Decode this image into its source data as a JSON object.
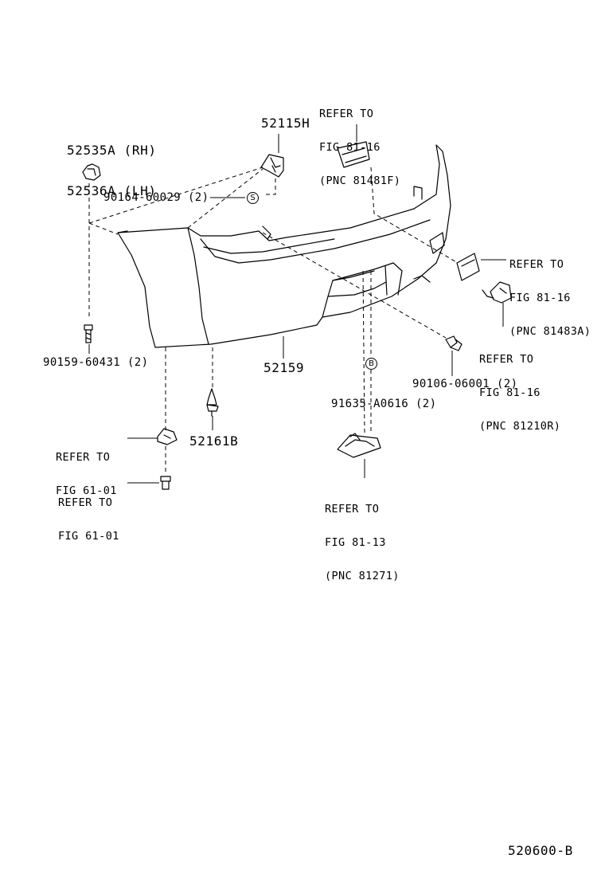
{
  "labels": {
    "p52535a": "52535A (RH)",
    "p52536a": "52536A (LH)",
    "p52115h": "52115H",
    "p90164": "90164-60029 (2)",
    "p90159": "90159-60431 (2)",
    "p52159": "52159",
    "p52161b": "52161B",
    "p90106": "90106-06001 (2)",
    "p91635": "91635-A0616 (2)",
    "diagram_code": "520600-B"
  },
  "callouts": {
    "s": "S",
    "b": "B"
  },
  "refs": {
    "r1": [
      "REFER TO",
      "FIG 81-16",
      "(PNC 81481F)"
    ],
    "r2": [
      "REFER TO",
      "FIG 81-16",
      "(PNC 81483A)"
    ],
    "r3": [
      "REFER TO",
      "FIG 81-16",
      "(PNC 81210R)"
    ],
    "r4": [
      "REFER TO",
      "FIG 61-01"
    ],
    "r5": [
      "REFER TO",
      "FIG 61-01"
    ],
    "r6": [
      "REFER TO",
      "FIG 81-13",
      "(PNC 81271)"
    ]
  }
}
